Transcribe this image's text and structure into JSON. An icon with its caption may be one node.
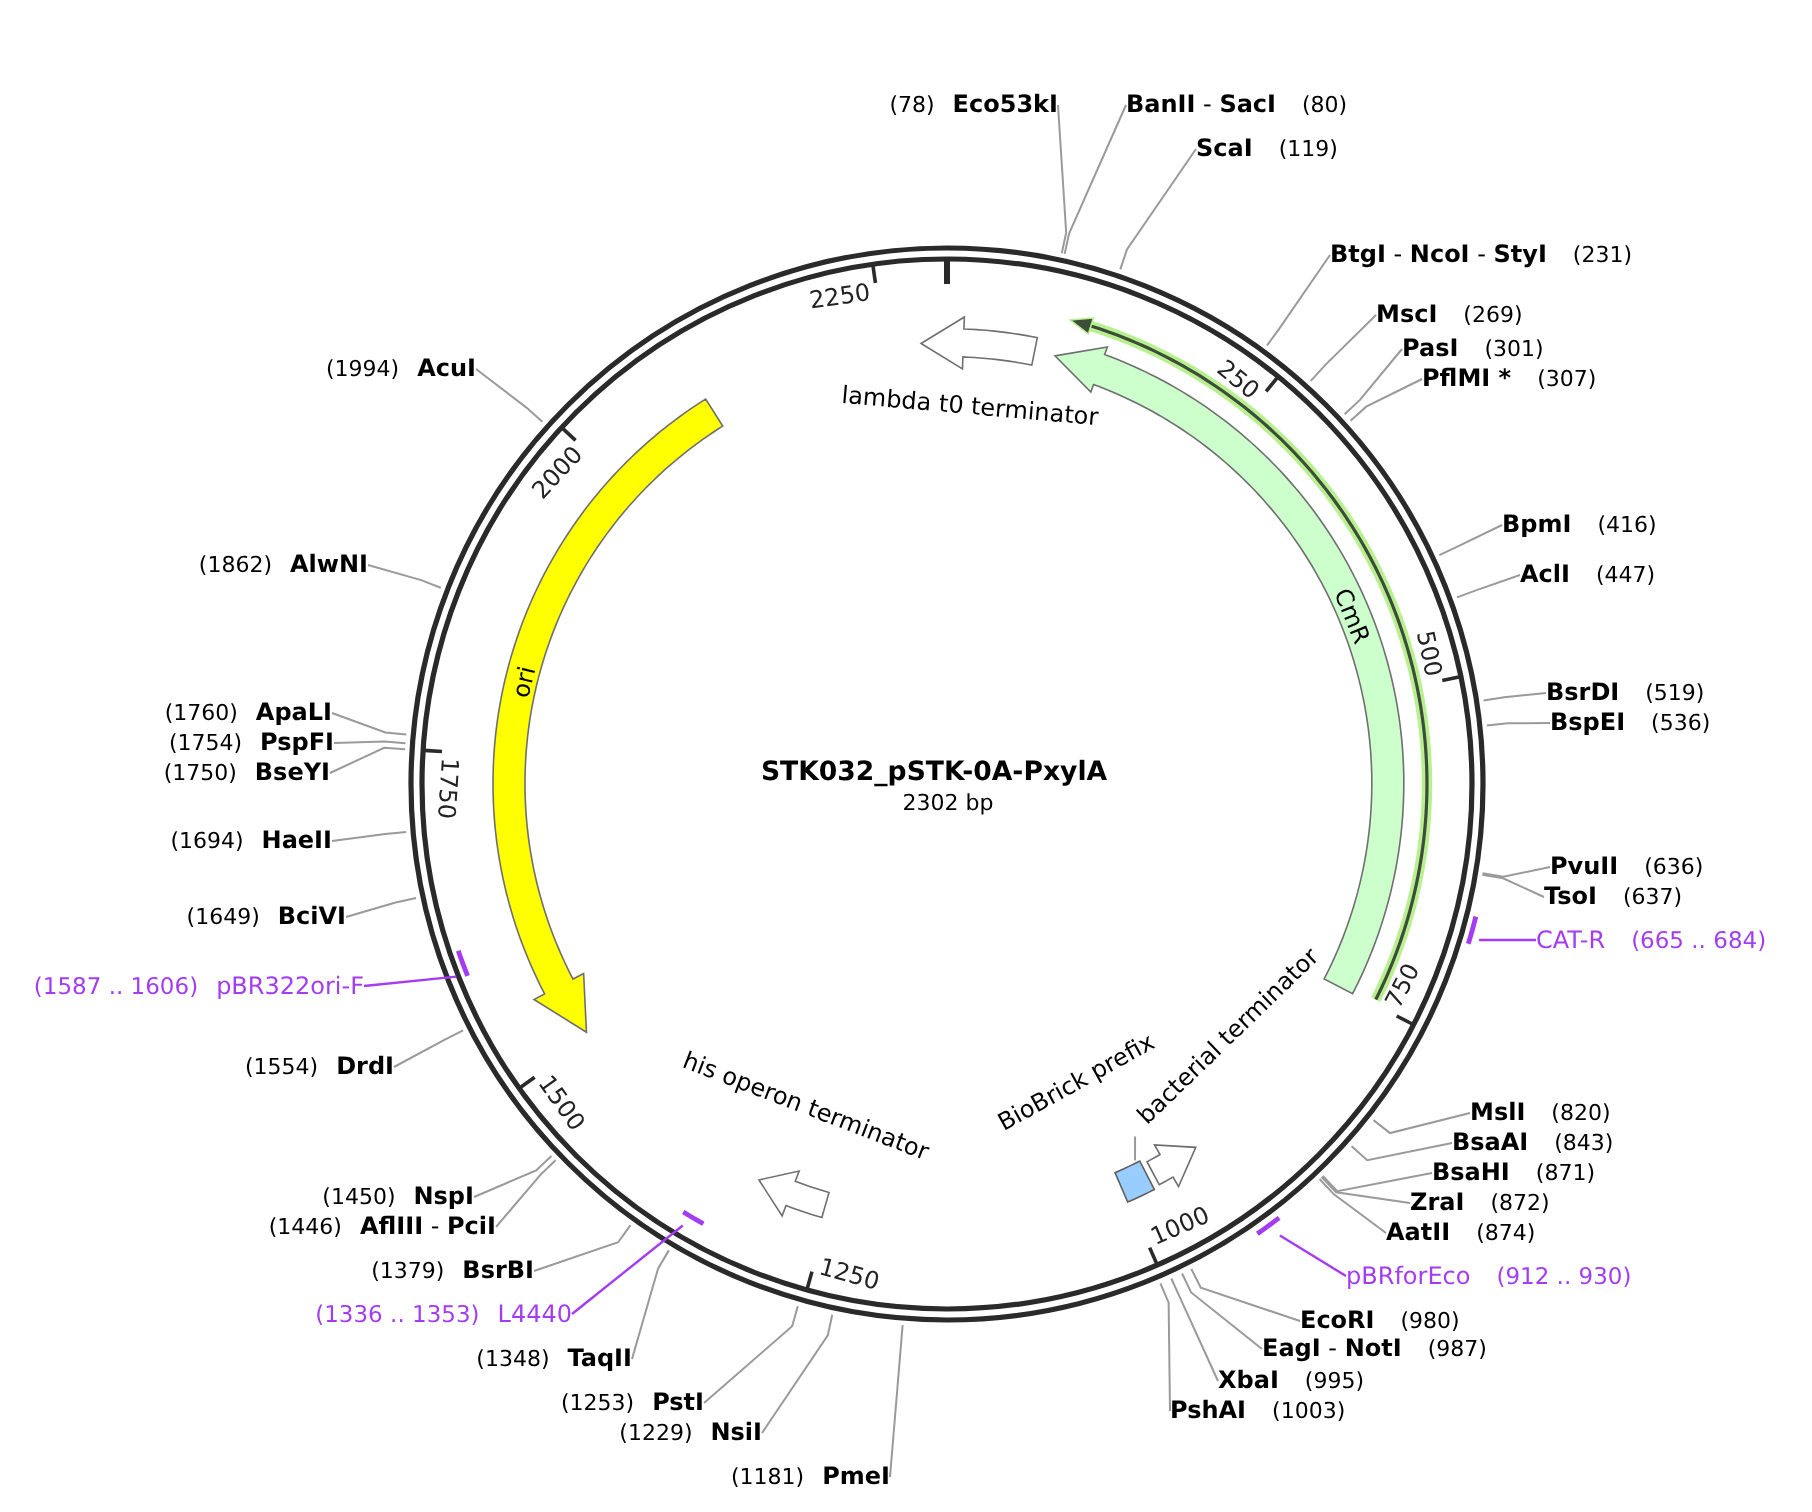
{
  "diagram": {
    "title": "STK032_pSTK-0A-PxylA",
    "nodes": [
      {
        "text": [
          "lambda t0 terminator"
        ]
      },
      {
        "text": [
          "CmR"
        ]
      },
      {
        "text": [],
        "shape": "arrow"
      },
      {
        "text": [
          "bacterial terminator"
        ]
      },
      {
        "text": [
          "BioBrick prefix"
        ]
      },
      {
        "text": [],
        "shape": "box"
      },
      {
        "text": [
          "his operon terminator"
        ]
      },
      {
        "text": [
          "ori"
        ]
      },
      {
        "text": [
          "(78)",
          "Eco53kI"
        ]
      },
      {
        "text": [
          "**BanII** - **SacI**",
          "(80)"
        ]
      },
      {
        "text": [
          "ScaI",
          "(119)"
        ]
      },
      {
        "text": [
          "**BtgI** - **NcoI** - **StyI**",
          "(231)"
        ]
      },
      {
        "text": [
          "MscI",
          "(269)"
        ]
      },
      {
        "text": [
          "PasI",
          "(301)"
        ]
      },
      {
        "text": [
          "PflMI *",
          "(307)"
        ]
      },
      {
        "text": [
          "BpmI",
          "(416)"
        ]
      },
      {
        "text": [
          "AclI",
          "(447)"
        ]
      },
      {
        "text": [
          "BsrDI",
          "(519)"
        ]
      },
      {
        "text": [
          "BspEI",
          "(536)"
        ]
      },
      {
        "text": [
          "PvuII",
          "(636)"
        ]
      },
      {
        "text": [
          "TsoI",
          "(637)"
        ]
      },
      {
        "text": [],
        "shape": "bar"
      },
      {
        "text": [
          "CAT-R",
          "(665 .. 684)"
        ]
      },
      {
        "text": [
          "MslI",
          "(820)"
        ]
      },
      {
        "text": [
          "BsaAI",
          "(843)"
        ]
      },
      {
        "text": [
          "BsaHI",
          "(871)"
        ]
      },
      {
        "text": [
          "ZraI",
          "(872)"
        ]
      },
      {
        "text": [
          "AatII",
          "(874)"
        ]
      },
      {
        "text": [],
        "shape": "bar"
      },
      {
        "text": [
          "pBRforEco",
          "(912 .. 930)"
        ]
      },
      {
        "text": [
          "EcoRI",
          "(980)"
        ]
      },
      {
        "text": [
          "**EagI** - **NotI**",
          "(987)"
        ]
      },
      {
        "text": [
          "XbaI",
          "(995)"
        ]
      },
      {
        "text": [
          "PshAI",
          "(1003)"
        ]
      },
      {
        "text": [
          "(1181)",
          "PmeI"
        ]
      },
      {
        "text": [
          "(1229)",
          "NsiI"
        ]
      },
      {
        "text": [
          "(1253)",
          "PstI"
        ]
      },
      {
        "text": [
          "(1348)",
          "TaqII"
        ]
      },
      {
        "text": [],
        "shape": "bar"
      },
      {
        "text": [
          "(1336 .. 1353)",
          "L4440"
        ]
      },
      {
        "text": [
          "(1379)",
          "BsrBI"
        ]
      },
      {
        "text": [
          "(1446)",
          "**AflIII** - **PciI**"
        ]
      },
      {
        "text": [
          "(1450)",
          "NspI"
        ]
      },
      {
        "text": [
          "(1554)",
          "DrdI"
        ]
      },
      {
        "text": [],
        "shape": "bar"
      },
      {
        "text": [
          "(1587 .. 1606)",
          "pBR322ori-F"
        ]
      },
      {
        "text": [
          "(1649)",
          "BciVI"
        ]
      },
      {
        "text": [
          "(1694)",
          "HaeII"
        ]
      },
      {
        "text": [
          "(1750)",
          "BseYI"
        ]
      },
      {
        "text": [
          "(1754)",
          "PspFI"
        ]
      },
      {
        "text": [
          "(1760)",
          "ApaLI"
        ]
      },
      {
        "text": [
          "(1862)",
          "AlwNI"
        ]
      },
      {
        "text": [
          "(1994)",
          "AcuI"
        ]
      }
    ],
    "edges": [
      {
        "from": 4,
        "to": 5,
        "arrow": "none"
      },
      {
        "from": 8,
        "to": null,
        "arrow": "none"
      },
      {
        "from": 9,
        "to": null,
        "arrow": "none"
      },
      {
        "from": 10,
        "to": null,
        "arrow": "none"
      },
      {
        "from": 11,
        "to": null,
        "arrow": "none"
      },
      {
        "from": 12,
        "to": null,
        "arrow": "none"
      },
      {
        "from": 13,
        "to": null,
        "arrow": "none"
      },
      {
        "from": 14,
        "to": null,
        "arrow": "none"
      },
      {
        "from": 15,
        "to": null,
        "arrow": "none"
      },
      {
        "from": 16,
        "to": null,
        "arrow": "none"
      },
      {
        "from": 17,
        "to": null,
        "arrow": "none"
      },
      {
        "from": 18,
        "to": null,
        "arrow": "none"
      },
      {
        "from": 19,
        "to": null,
        "arrow": "none"
      },
      {
        "from": 20,
        "to": null,
        "arrow": "none"
      },
      {
        "from": 22,
        "to": 21,
        "arrow": "none",
        "color": "#a33cf2"
      },
      {
        "from": 23,
        "to": null,
        "arrow": "none"
      },
      {
        "from": 24,
        "to": null,
        "arrow": "none"
      },
      {
        "from": 25,
        "to": null,
        "arrow": "none"
      },
      {
        "from": 26,
        "to": null,
        "arrow": "none"
      },
      {
        "from": 27,
        "to": null,
        "arrow": "none"
      },
      {
        "from": 29,
        "to": 28,
        "arrow": "none",
        "color": "#a33cf2"
      },
      {
        "from": 30,
        "to": null,
        "arrow": "none"
      },
      {
        "from": 31,
        "to": null,
        "arrow": "none"
      },
      {
        "from": 32,
        "to": null,
        "arrow": "none"
      },
      {
        "from": 33,
        "to": null,
        "arrow": "none"
      },
      {
        "from": 34,
        "to": null,
        "arrow": "none"
      },
      {
        "from": 35,
        "to": null,
        "arrow": "none"
      },
      {
        "from": 36,
        "to": null,
        "arrow": "none"
      },
      {
        "from": 37,
        "to": null,
        "arrow": "none"
      },
      {
        "from": 39,
        "to": 38,
        "arrow": "none",
        "color": "#a33cf2"
      },
      {
        "from": 40,
        "to": null,
        "arrow": "none"
      },
      {
        "from": 41,
        "to": null,
        "arrow": "none"
      },
      {
        "from": 42,
        "to": null,
        "arrow": "none"
      },
      {
        "from": 43,
        "to": null,
        "arrow": "none"
      },
      {
        "from": 45,
        "to": 44,
        "arrow": "none",
        "color": "#a33cf2"
      },
      {
        "from": 46,
        "to": null,
        "arrow": "none"
      },
      {
        "from": 47,
        "to": null,
        "arrow": "none"
      },
      {
        "from": 48,
        "to": null,
        "arrow": "none"
      },
      {
        "from": 49,
        "to": null,
        "arrow": "none"
      },
      {
        "from": 50,
        "to": null,
        "arrow": "none"
      },
      {
        "from": 51,
        "to": null,
        "arrow": "none"
      },
      {
        "from": 52,
        "to": null,
        "arrow": "none"
      }
    ],
    "labels": [
      "2302 bp",
      "250",
      "500",
      "750",
      "1000",
      "1250",
      "1500",
      "1750",
      "2000",
      "2250"
    ]
  }
}
